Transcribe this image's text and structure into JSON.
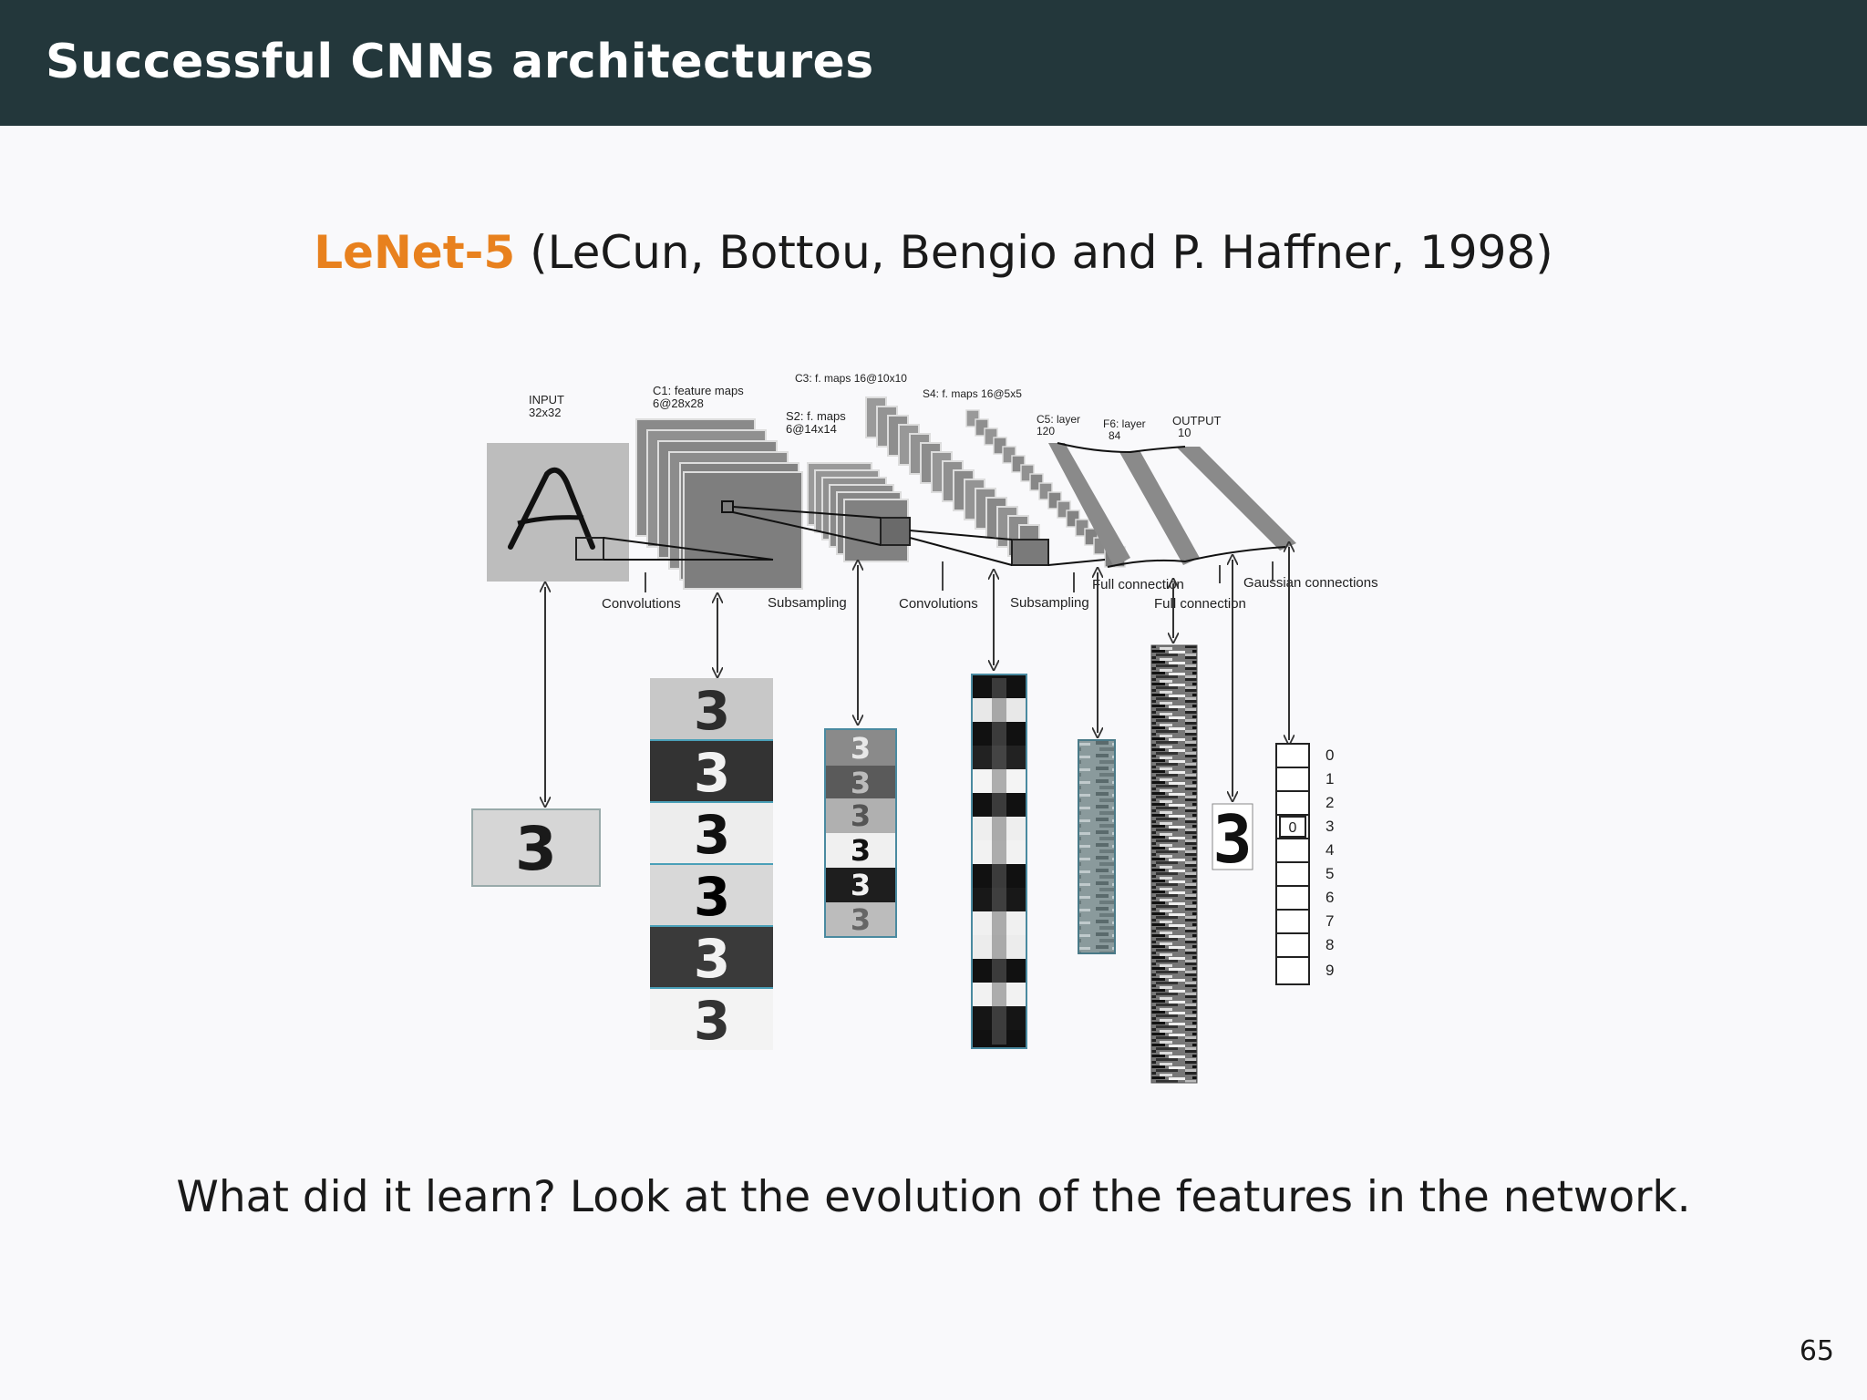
{
  "slide": {
    "title": "Successful CNNs architectures",
    "subtitle_highlight": "LeNet-5",
    "subtitle_rest": "(LeCun, Bottou, Bengio and P. Haffner, 1998)",
    "question": "What did it learn? Look at the evolution of the features in the network.",
    "page_number": "65"
  },
  "diagram": {
    "input_label": "INPUT",
    "input_size": "32x32",
    "c1_label": "C1: feature maps",
    "c1_size": "6@28x28",
    "s2_label": "S2: f. maps",
    "s2_size": "6@14x14",
    "c3_label": "C3: f. maps 16@10x10",
    "s4_label": "S4: f. maps 16@5x5",
    "c5_label": "C5: layer",
    "c5_size": "120",
    "f6_label": "F6: layer",
    "f6_size": "84",
    "output_label": "OUTPUT",
    "output_size": "10",
    "op_convolutions_1": "Convolutions",
    "op_subsampling_1": "Subsampling",
    "op_convolutions_2": "Convolutions",
    "op_subsampling_2": "Subsampling",
    "op_full_connection_1": "Full connection",
    "op_full_connection_2": "Full connection",
    "op_gaussian": "Gaussian connections",
    "input_glyph": "A",
    "sample_digit": "3",
    "output_active_value": "0",
    "output_digits": [
      "0",
      "1",
      "2",
      "3",
      "4",
      "5",
      "6",
      "7",
      "8",
      "9"
    ]
  },
  "colors": {
    "header_bg": "#23373b",
    "accent": "#e8811e"
  }
}
